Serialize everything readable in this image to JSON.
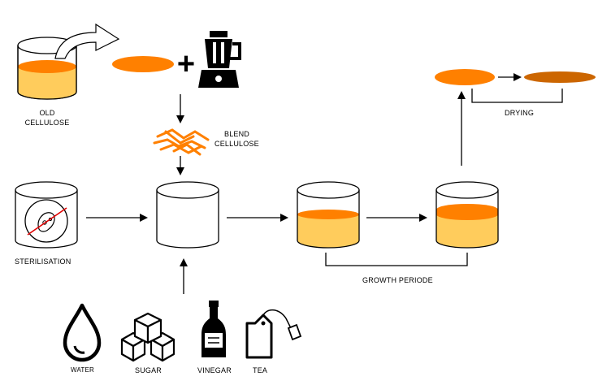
{
  "labels": {
    "old_cellulose_1": "OLD",
    "old_cellulose_2": "CELLULOSE",
    "blend_1": "BLEND",
    "blend_2": "CELLULOSE",
    "sterilisation": "STERILISATION",
    "growth_period": "GROWTH PERIODE",
    "drying": "DRYING",
    "water": "WATER",
    "sugar": "SUGAR",
    "vinegar": "VINEGAR",
    "tea": "TEA"
  },
  "plus_sign": "+",
  "colors": {
    "liquid": "#ffcc5c",
    "culture": "#ff8000",
    "dried_culture": "#cc6600",
    "sterile_line": "#e00000",
    "stroke": "#000000"
  },
  "icons": [
    "beaker-icon",
    "curved-arrow-icon",
    "blender-icon",
    "shredded-cellulose-icon",
    "sterile-jar-icon",
    "water-drop-icon",
    "sugar-cubes-icon",
    "vinegar-bottle-icon",
    "tea-bag-icon"
  ]
}
